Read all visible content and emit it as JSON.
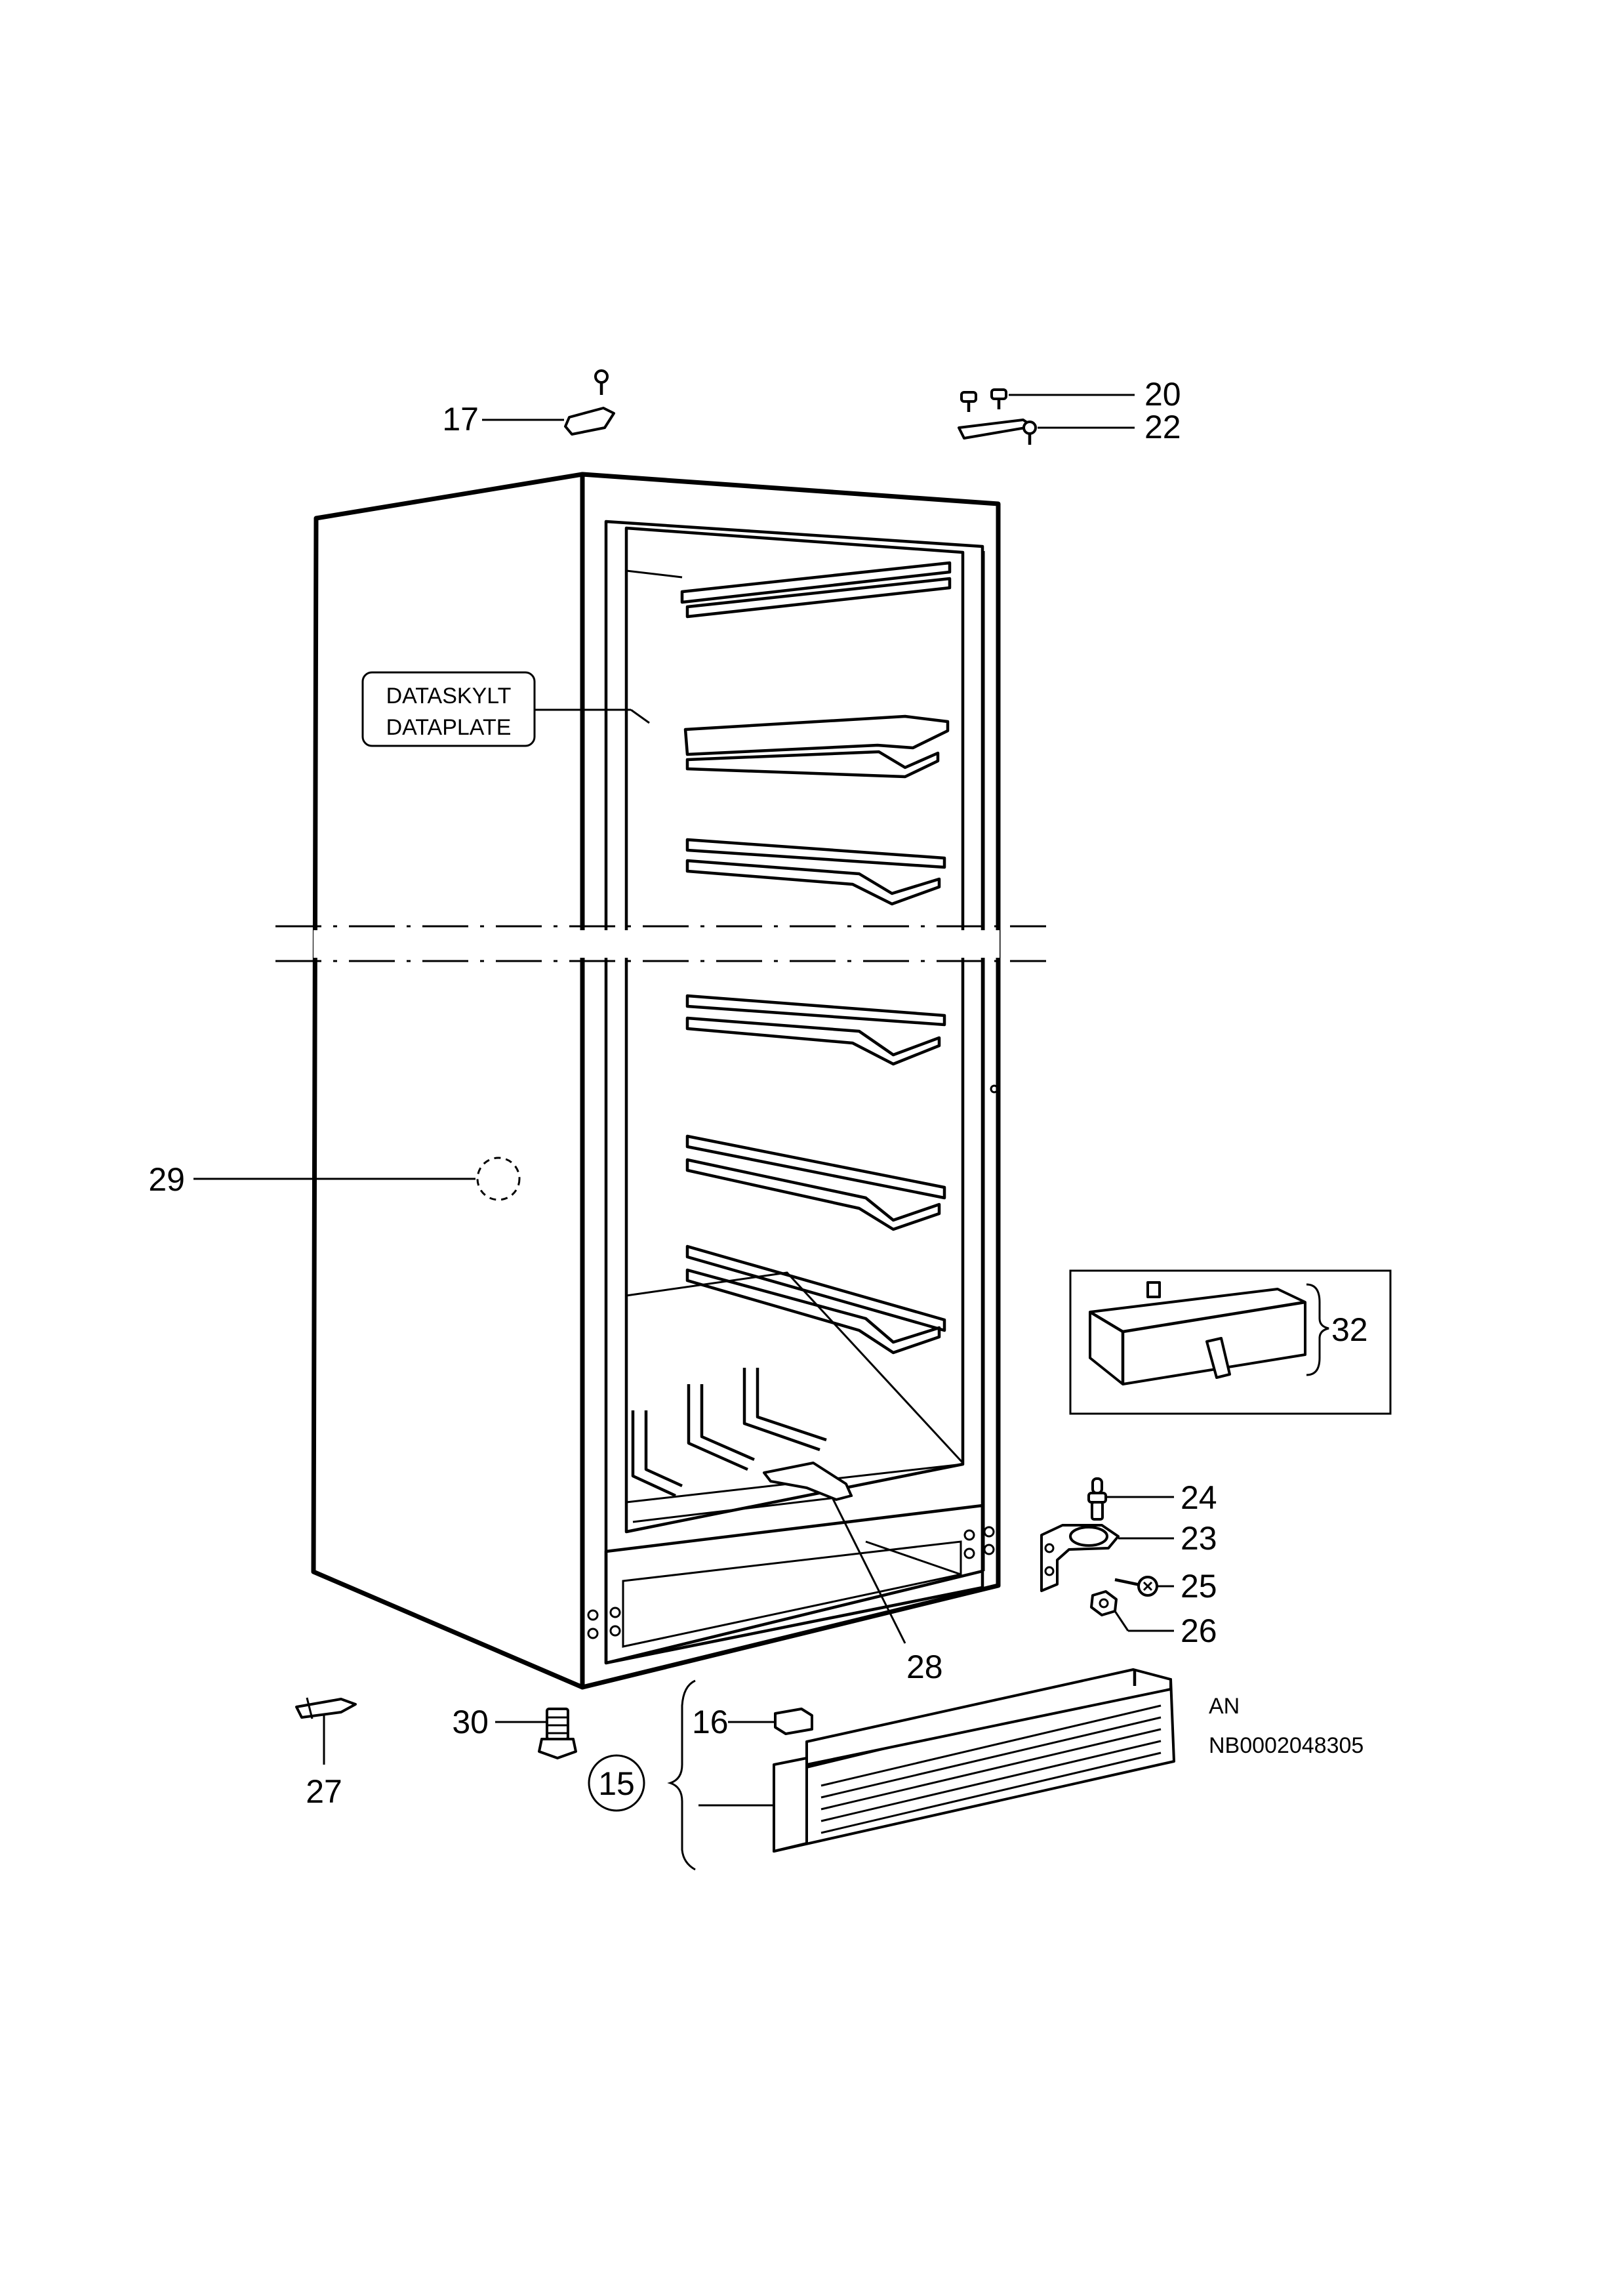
{
  "labels": {
    "p15": "15",
    "p16": "16",
    "p17": "17",
    "p20": "20",
    "p22": "22",
    "p23": "23",
    "p24": "24",
    "p25": "25",
    "p26": "26",
    "p27": "27",
    "p28": "28",
    "p29": "29",
    "p30": "30",
    "p32": "32"
  },
  "dataplate": {
    "line1": "DATASKYLT",
    "line2": "DATAPLATE"
  },
  "footer": {
    "code1": "AN",
    "code2": "NB0002048305"
  }
}
